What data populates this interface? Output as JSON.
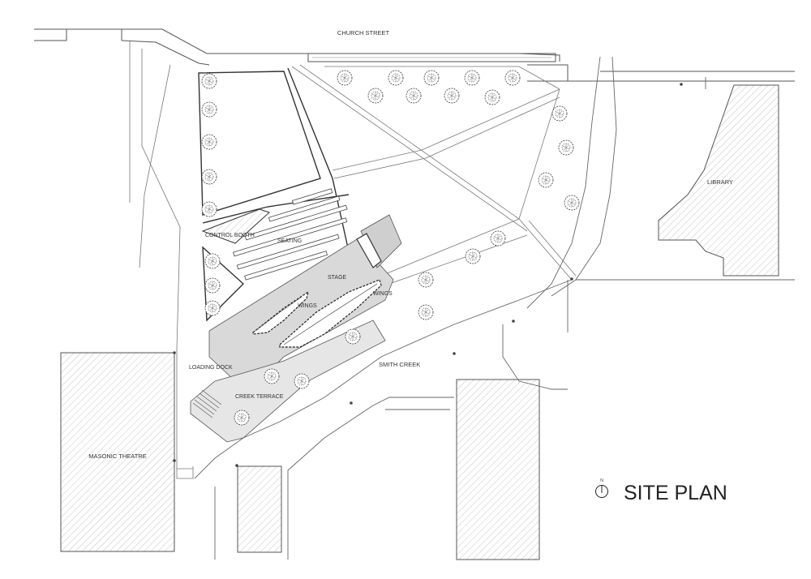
{
  "labels": {
    "church_street": "CHURCH STREET",
    "library": "LIBRARY",
    "control_booth": "CONTROL BOOTH",
    "seating": "SEATING",
    "stage": "STAGE",
    "wings_left": "WINGS",
    "wings_right": "WINGS",
    "loading_dock": "LOADING DOCK",
    "creek_terrace": "CREEK TERRACE",
    "smith_creek": "SMITH CREEK",
    "masonic_theatre": "MASONIC THEATRE",
    "north": "N",
    "site_plan": "SITE PLAN"
  },
  "colors": {
    "line": "#444444",
    "hatch": "#b8b8b8",
    "stage_fill": "#d9d9d9",
    "path_fill": "#f7f7f7"
  },
  "icons": {
    "north_arrow": "north-arrow-icon",
    "tree": "tree-icon"
  }
}
